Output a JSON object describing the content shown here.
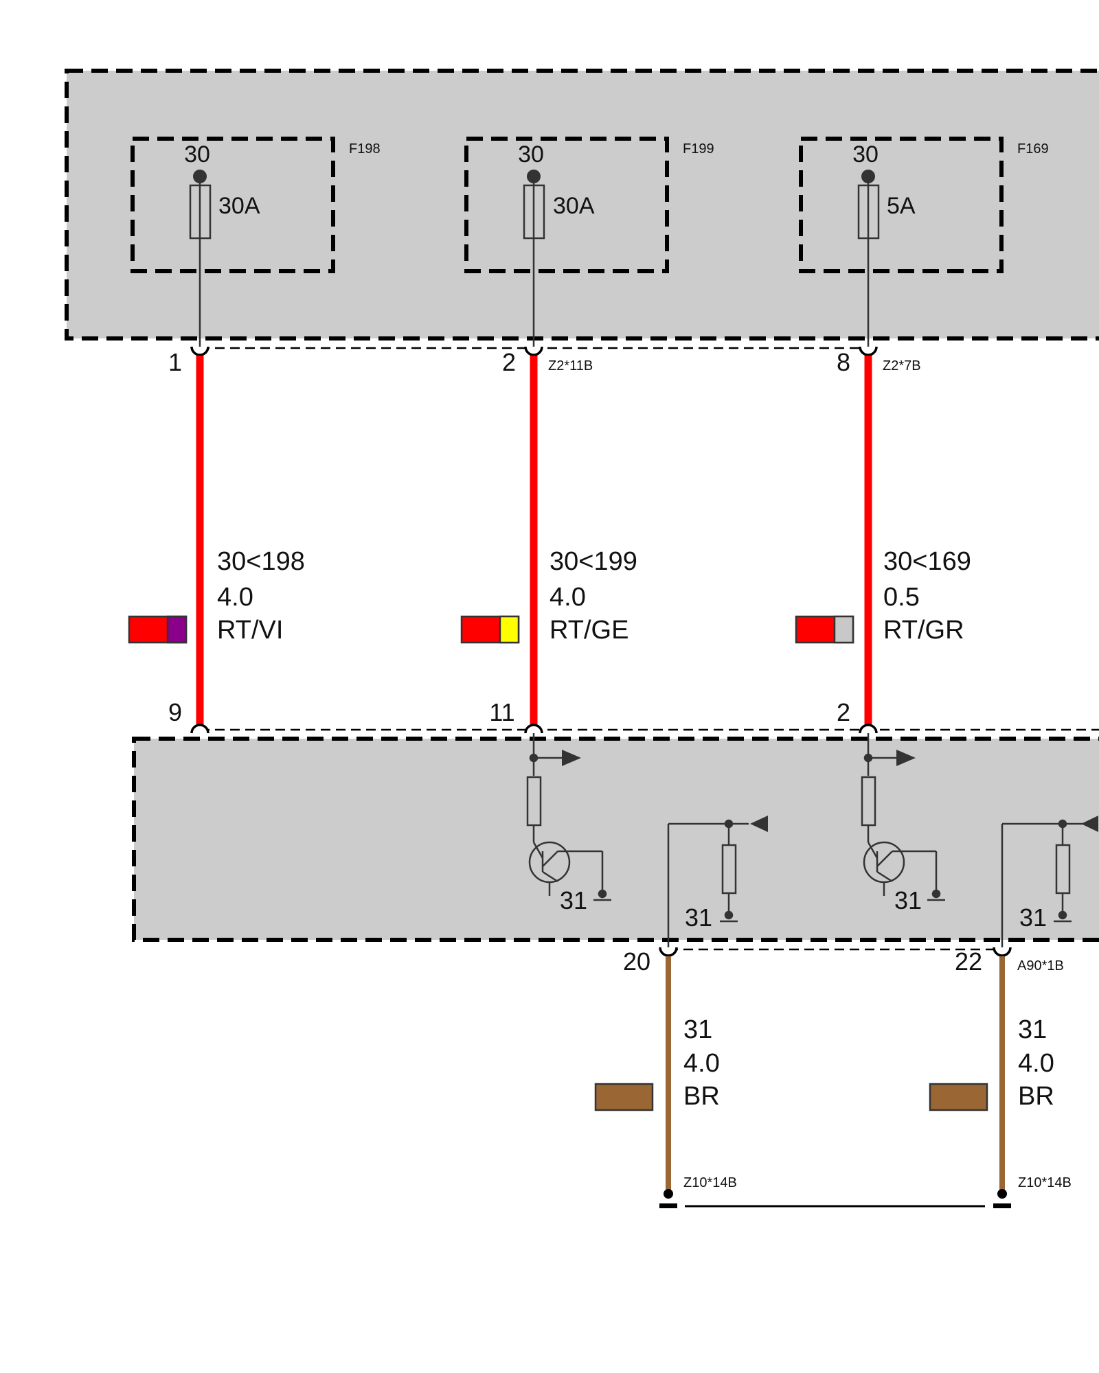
{
  "top_module": {
    "fuses": [
      {
        "id": "F198",
        "terminal": "30",
        "rating": "30A"
      },
      {
        "id": "F199",
        "terminal": "30",
        "rating": "30A"
      },
      {
        "id": "F169",
        "terminal": "30",
        "rating": "5A"
      }
    ],
    "pins": [
      "1",
      "2",
      "8"
    ],
    "connectors": [
      "Z2*11B",
      "Z2*7B"
    ]
  },
  "wires_upper": [
    {
      "signal": "30<198",
      "size": "4.0",
      "color_code": "RT/VI",
      "colors": [
        "#ff0000",
        "#8b008b"
      ]
    },
    {
      "signal": "30<199",
      "size": "4.0",
      "color_code": "RT/GE",
      "colors": [
        "#ff0000",
        "#ffff00"
      ]
    },
    {
      "signal": "30<169",
      "size": "0.5",
      "color_code": "RT/GR",
      "colors": [
        "#ff0000",
        "#c8c8c8"
      ]
    }
  ],
  "bottom_module": {
    "pins_top": [
      "9",
      "11",
      "2"
    ],
    "ground_labels": [
      "31",
      "31",
      "31",
      "31"
    ],
    "pins_bottom": [
      "20",
      "22"
    ],
    "connector": "A90*1B"
  },
  "wires_lower": [
    {
      "signal": "31",
      "size": "4.0",
      "color_code": "BR",
      "colors": [
        "#9a6634"
      ],
      "ground_connector": "Z10*14B"
    },
    {
      "signal": "31",
      "size": "4.0",
      "color_code": "BR",
      "colors": [
        "#9a6634"
      ],
      "ground_connector": "Z10*14B"
    }
  ],
  "style": {
    "module_fill": "#cccccc",
    "wire_red": "#ff0000",
    "wire_brown": "#9a6634"
  }
}
